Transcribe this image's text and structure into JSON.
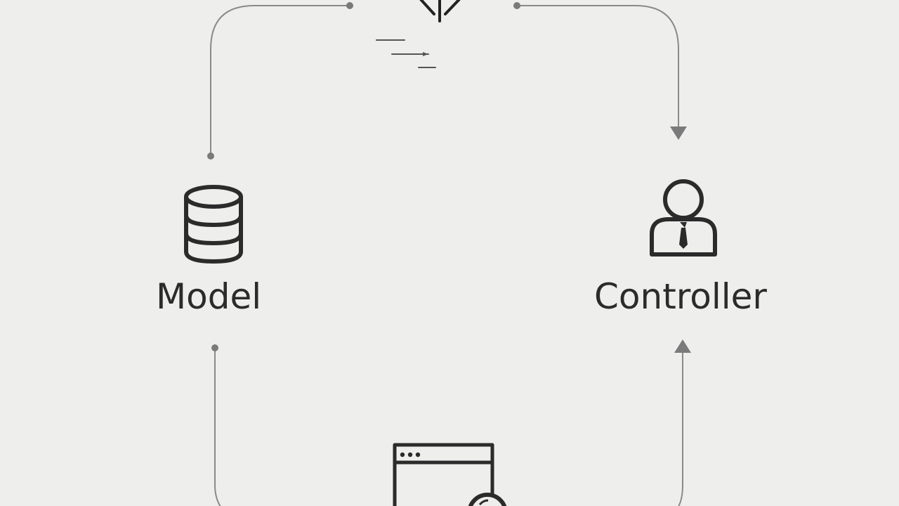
{
  "diagram": {
    "nodes": {
      "model": {
        "label": "Model",
        "icon": "database-icon"
      },
      "controller": {
        "label": "Controller",
        "icon": "user-tie-icon"
      },
      "view": {
        "icon": "browser-window-icon"
      },
      "top": {
        "icon": "split-arrow-icon"
      }
    },
    "edges": [
      {
        "from": "model",
        "to": "top",
        "arrow": "none"
      },
      {
        "from": "top",
        "to": "controller",
        "arrow": "end"
      },
      {
        "from": "view",
        "to": "controller",
        "arrow": "end"
      },
      {
        "from": "model",
        "to": "view",
        "arrow": "none"
      }
    ],
    "colors": {
      "background": "#eeeeed",
      "connector": "#8a8a8a",
      "icon": "#2b2b2b",
      "text": "#2b2b2b"
    }
  }
}
